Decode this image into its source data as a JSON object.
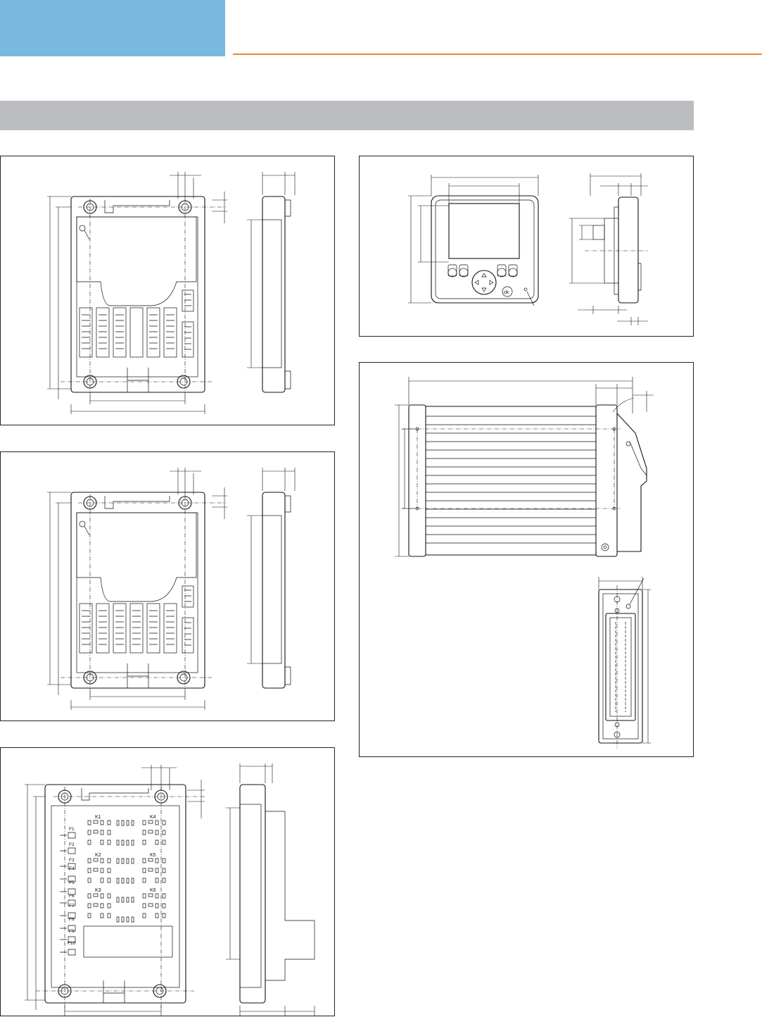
{
  "colors": {
    "header_tab": "#7ab8e0",
    "header_rule": "#e8892b",
    "section_bar": "#bcbdc0",
    "line": "#111111"
  },
  "drawings": {
    "panel_c": {
      "relay_labels": [
        "K1",
        "K2",
        "K3",
        "K4",
        "K5",
        "K6"
      ],
      "fuse_labels": [
        "F1",
        "F2",
        "F3",
        "F4",
        "F5",
        "F6",
        "F7",
        "F8",
        "F9",
        "F10"
      ]
    },
    "display_panel": {
      "ok_key_label": "ok"
    }
  }
}
